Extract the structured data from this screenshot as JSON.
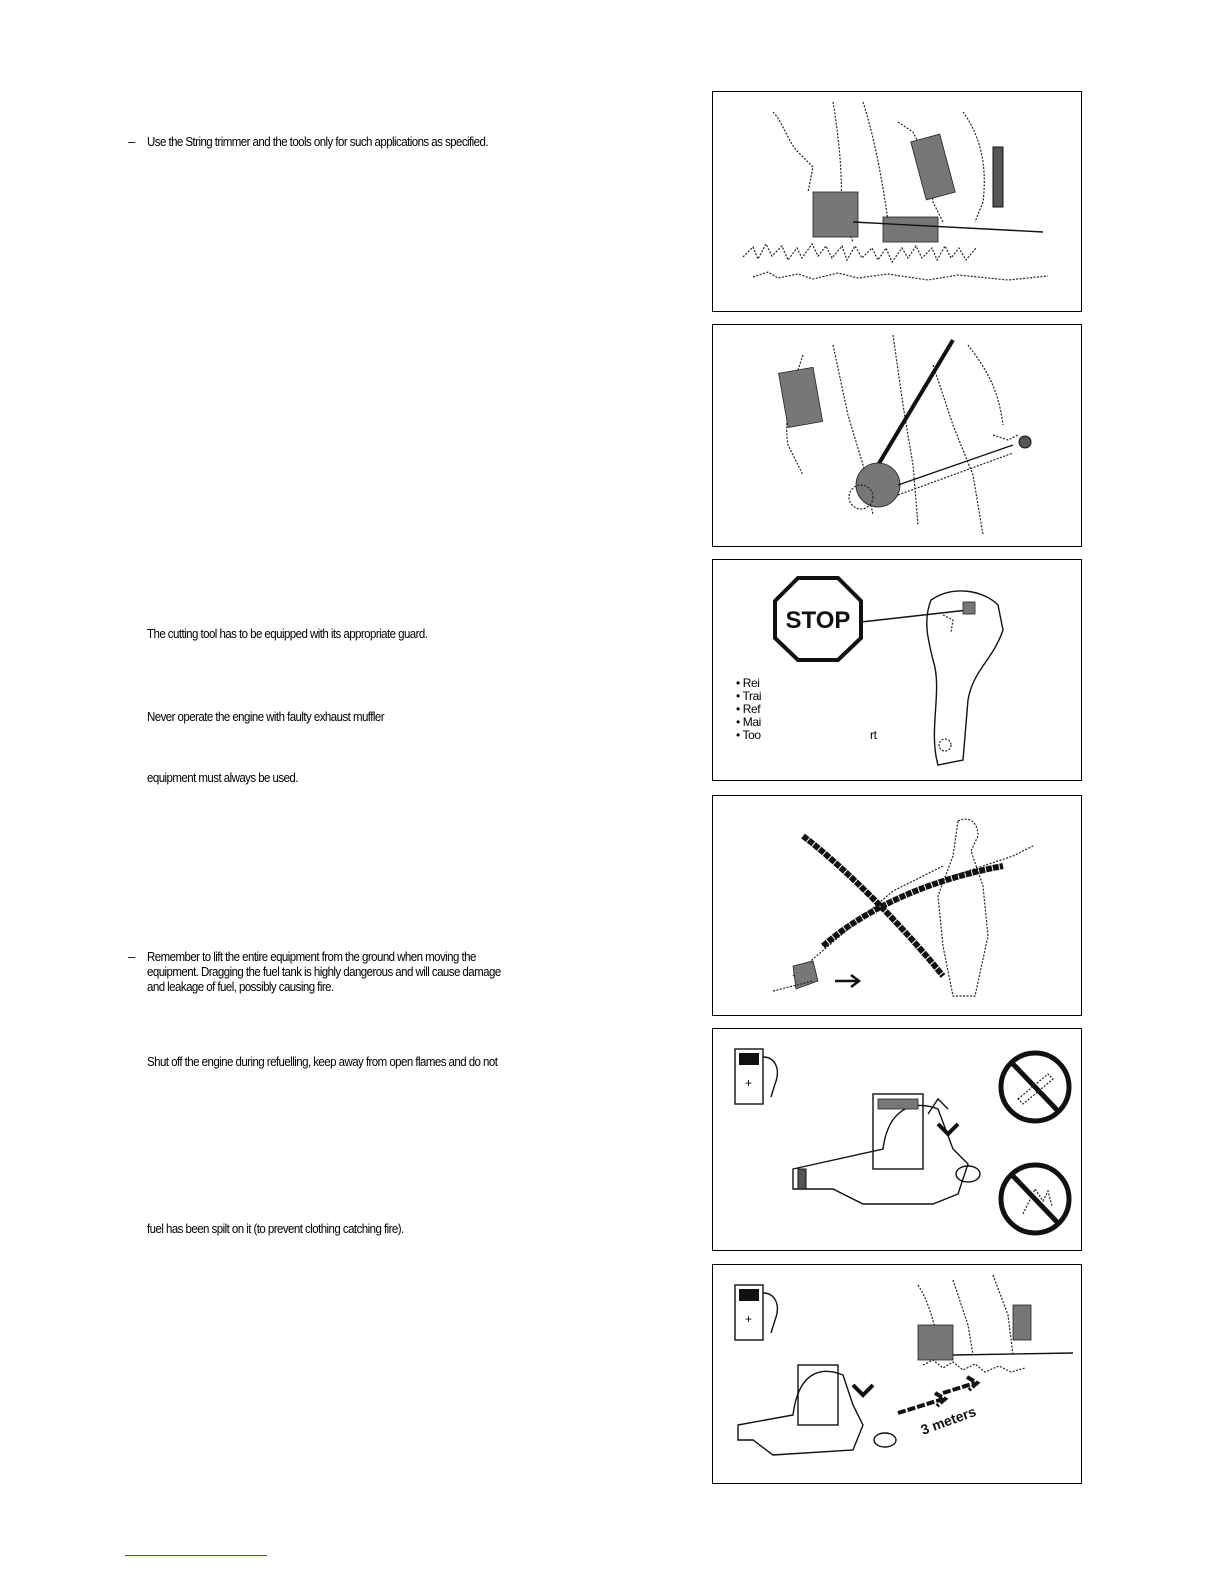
{
  "texts": {
    "t1": "Use the String trimmer and the tools only for such applications as specified.",
    "t2": "The cutting tool has to be equipped with its appropriate guard.",
    "t3": "Never operate the engine with faulty exhaust muffler",
    "t4": "equipment must always be used.",
    "t5a": "Remember to lift the entire equipment from the ground when moving the",
    "t5b": "equipment. Dragging the fuel tank is highly dangerous and will cause damage",
    "t5c": "and leakage of fuel, possibly causing fire.",
    "t6": "Shut off the engine during refuelling, keep away from open flames and do not",
    "t7": "fuel has been spilt on it (to prevent clothing catching fire)."
  },
  "bullets": {
    "b1": "t1",
    "b2": "t5a"
  },
  "dash_char": "–",
  "figures": {
    "stop_sign": "STOP",
    "stop_list": [
      "• Rei",
      "• Trai",
      "• Ref",
      "• Mai",
      "• Too"
    ],
    "stop_list_tail": "rt",
    "distance_label": "3 meters"
  }
}
